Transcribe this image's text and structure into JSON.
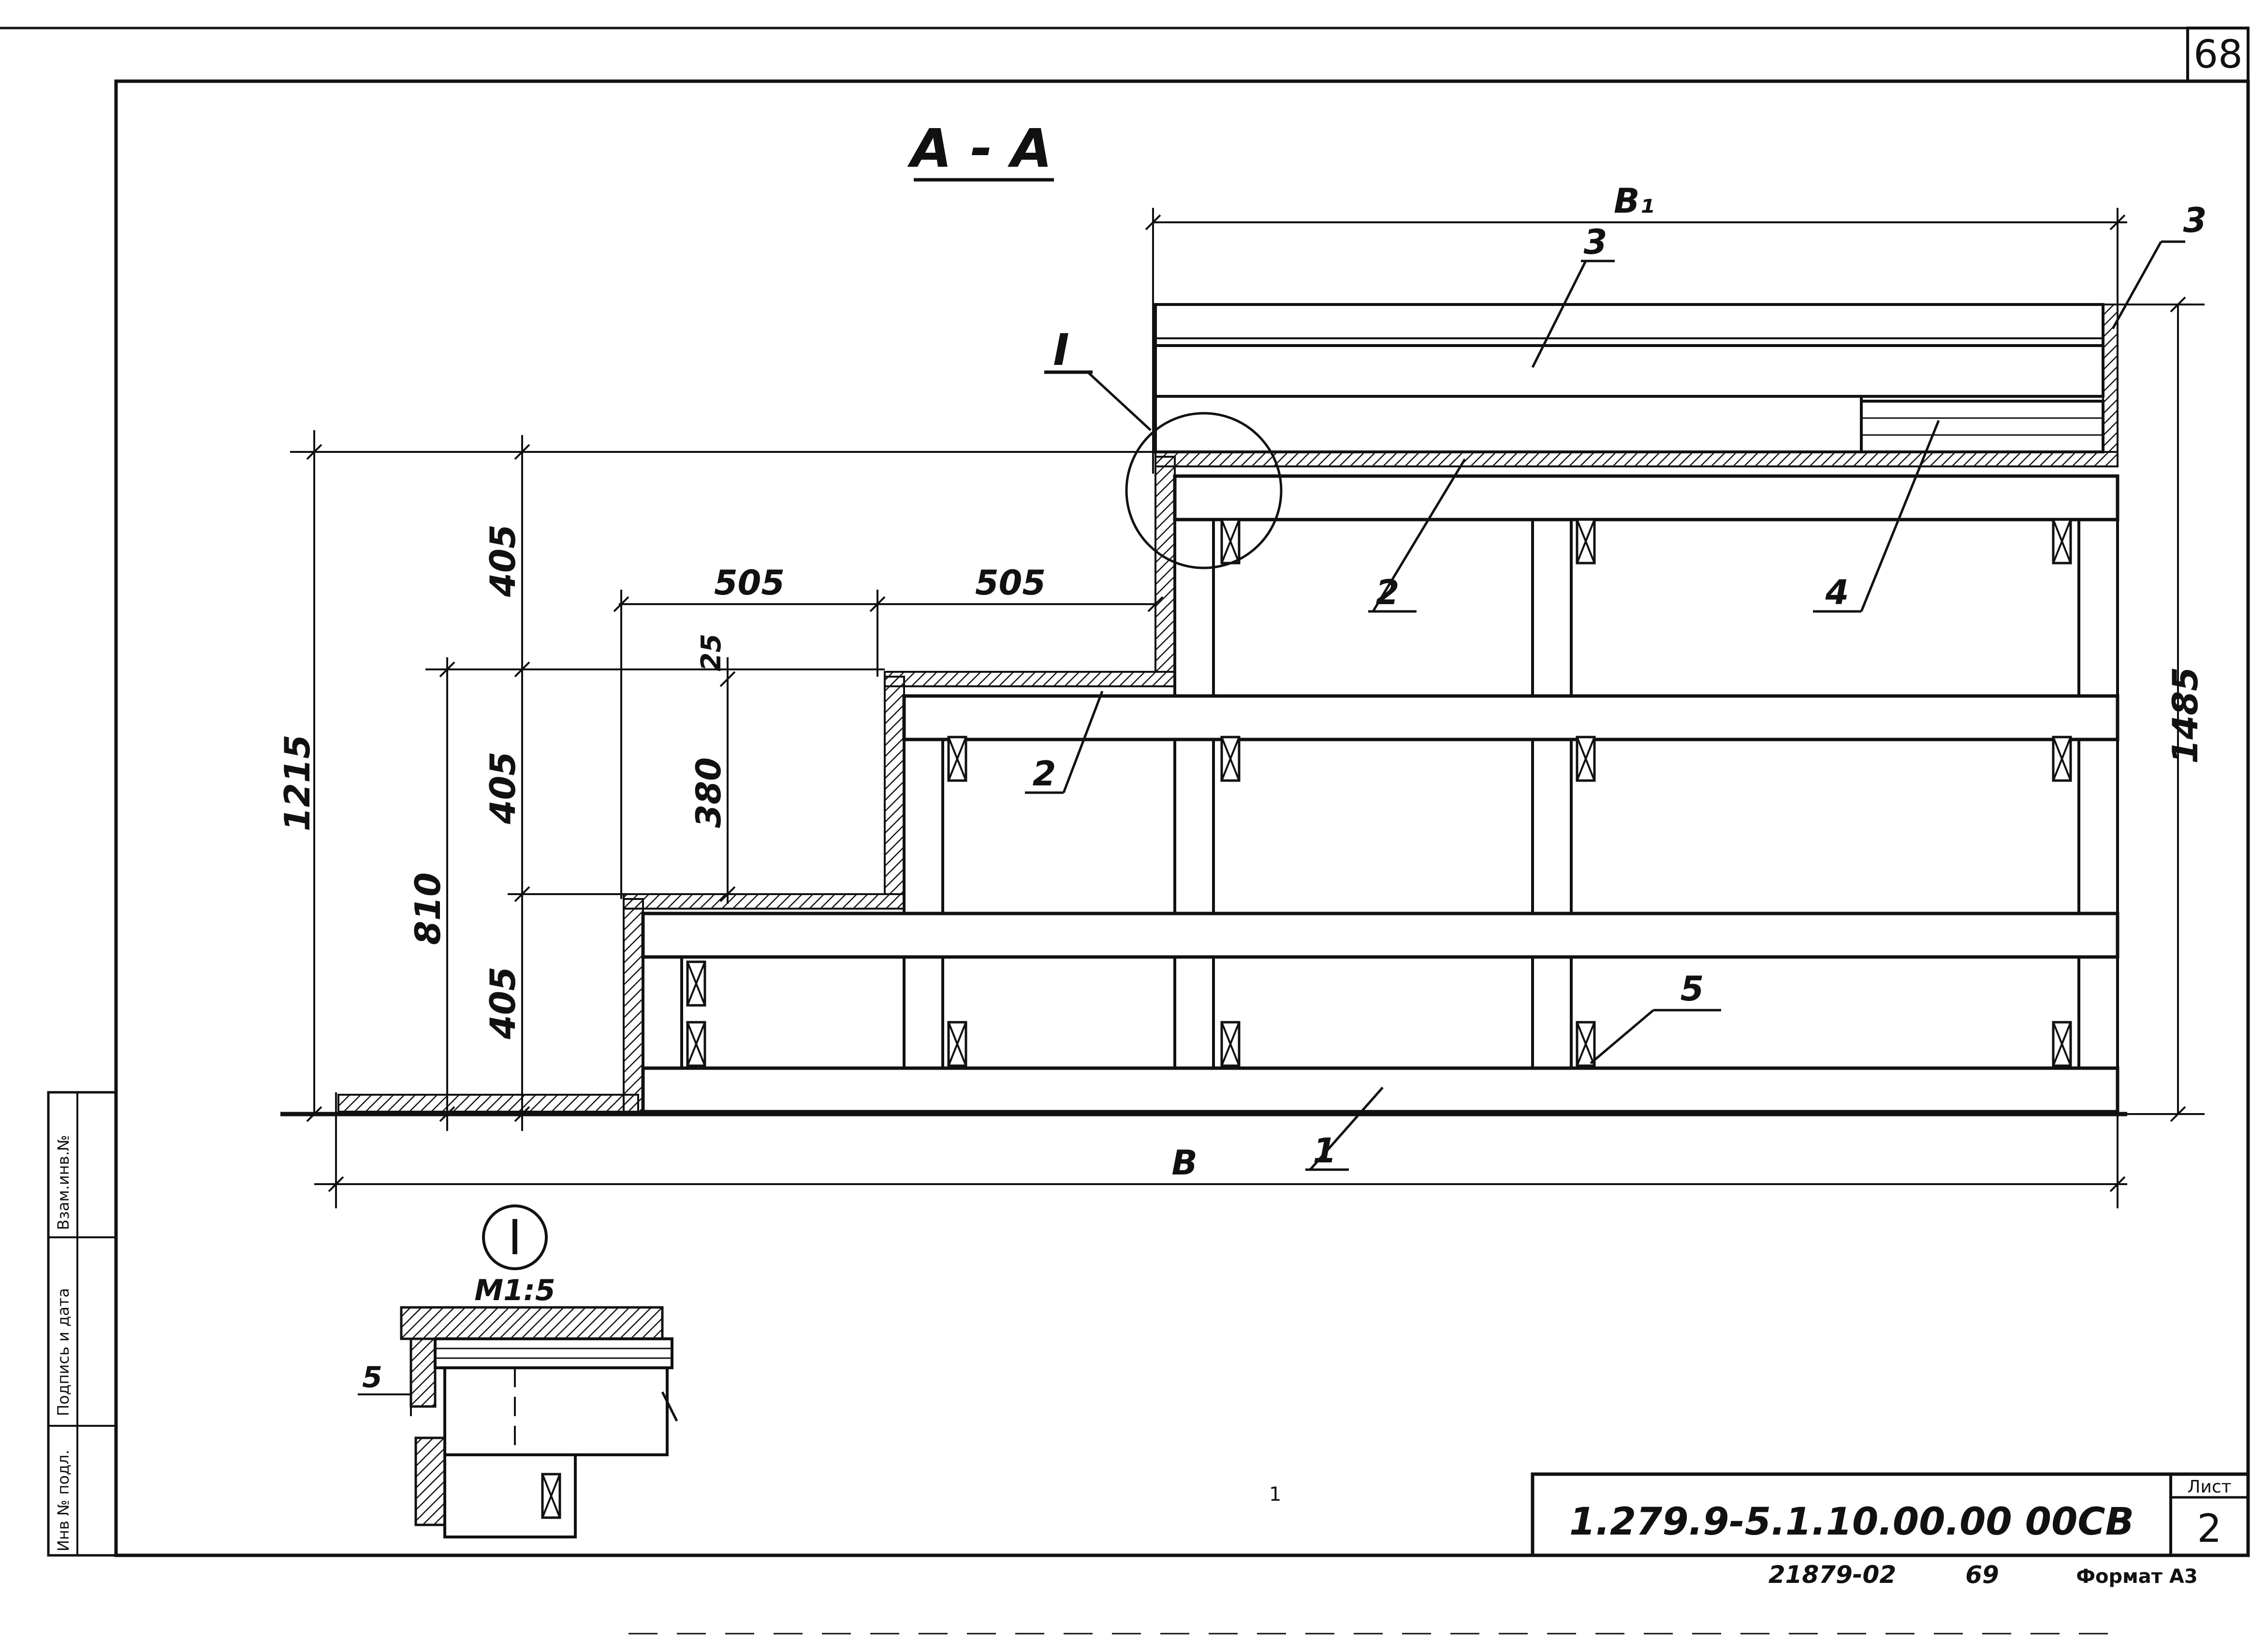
{
  "sheet": {
    "corner_page_number": "68",
    "section_title": "А - А",
    "detail_callout": "I",
    "detail_scale": "М1:5",
    "detail_dim": "5",
    "drawing_code": "1.279.9-5.1.10.00.00 00СВ",
    "sheet_label": "Лист",
    "sheet_number": "2",
    "bottom_order_number": "21879-02",
    "bottom_page": "69",
    "format_label": "Формат А3"
  },
  "side_stamp": {
    "col_inv_podl": "Инв № подл.",
    "col_sign_date": "Подпись и дата",
    "col_vzam": "Взам.инв.№"
  },
  "dimensions": {
    "b1": "B₁",
    "b": "B",
    "h_1485": "1485",
    "h_1215": "1215",
    "h_810": "810",
    "h_405_top": "405",
    "h_405_mid": "405",
    "h_405_bot": "405",
    "w_505_left": "505",
    "w_505_right": "505",
    "h_380": "380",
    "h_25": "25"
  },
  "callouts": {
    "p1": "1",
    "p2_upper": "2",
    "p2_lower": "2",
    "p3_center": "3",
    "p3_right": "3",
    "p4": "4",
    "p5": "5"
  },
  "stray_mark": "1"
}
